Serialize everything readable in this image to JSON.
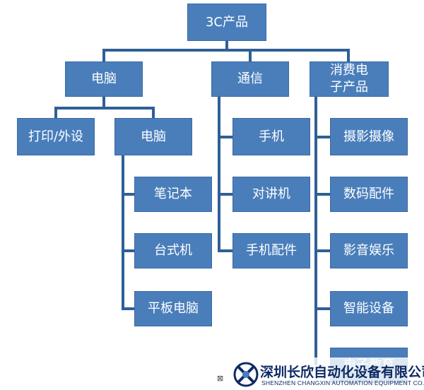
{
  "diagram": {
    "root": "3C产品",
    "computer": {
      "label": "电脑",
      "children": [
        "打印/外设",
        "电脑"
      ],
      "sub_items": [
        "笔记本",
        "台式机",
        "平板电脑"
      ]
    },
    "communication": {
      "label": "通信",
      "items": [
        "手机",
        "对讲机",
        "手机配件"
      ]
    },
    "consumer": {
      "label": "消费电子产品",
      "items": [
        "摄影摄像",
        "数码配件",
        "影音娱乐",
        "智能设备",
        "电子教育"
      ]
    }
  },
  "watermark": {
    "company_cn": "深圳长欣自动化设备有限公司",
    "company_en": "SHENZHEN CHANGXIN AUTOMATION EQUIPMENT CO.,LTD",
    "mark": "⊠"
  },
  "colors": {
    "box_fill": "#4a7ebb",
    "connector": "#2f5f96",
    "watermark": "#0e2a62"
  }
}
